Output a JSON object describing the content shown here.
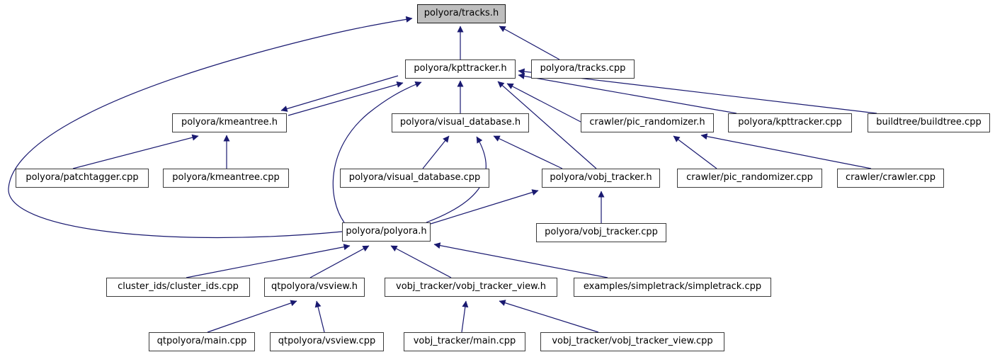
{
  "graph": {
    "kind": "include-dependency-graph",
    "root": "polyora/tracks.h",
    "colors": {
      "background": "#ffffff",
      "edge": "#191970",
      "node_border": "#3c3c3c",
      "node_fill": "#ffffff",
      "highlight_fill": "#bebebe",
      "text": "#000000"
    },
    "nodes": [
      {
        "id": "tracks_h",
        "label": "polyora/tracks.h",
        "highlighted": true
      },
      {
        "id": "kpttracker_h",
        "label": "polyora/kpttracker.h",
        "highlighted": false
      },
      {
        "id": "tracks_cpp",
        "label": "polyora/tracks.cpp",
        "highlighted": false
      },
      {
        "id": "kmeantree_h",
        "label": "polyora/kmeantree.h",
        "highlighted": false
      },
      {
        "id": "visual_database_h",
        "label": "polyora/visual_database.h",
        "highlighted": false
      },
      {
        "id": "pic_randomizer_h",
        "label": "crawler/pic_randomizer.h",
        "highlighted": false
      },
      {
        "id": "kpttracker_cpp",
        "label": "polyora/kpttracker.cpp",
        "highlighted": false
      },
      {
        "id": "buildtree_cpp",
        "label": "buildtree/buildtree.cpp",
        "highlighted": false
      },
      {
        "id": "patchtagger_cpp",
        "label": "polyora/patchtagger.cpp",
        "highlighted": false
      },
      {
        "id": "kmeantree_cpp",
        "label": "polyora/kmeantree.cpp",
        "highlighted": false
      },
      {
        "id": "visual_database_cpp",
        "label": "polyora/visual_database.cpp",
        "highlighted": false
      },
      {
        "id": "vobj_tracker_h",
        "label": "polyora/vobj_tracker.h",
        "highlighted": false
      },
      {
        "id": "pic_randomizer_cpp",
        "label": "crawler/pic_randomizer.cpp",
        "highlighted": false
      },
      {
        "id": "crawler_cpp",
        "label": "crawler/crawler.cpp",
        "highlighted": false
      },
      {
        "id": "polyora_h",
        "label": "polyora/polyora.h",
        "highlighted": false
      },
      {
        "id": "vobj_tracker_cpp",
        "label": "polyora/vobj_tracker.cpp",
        "highlighted": false
      },
      {
        "id": "cluster_ids_cpp",
        "label": "cluster_ids/cluster_ids.cpp",
        "highlighted": false
      },
      {
        "id": "vsview_h",
        "label": "qtpolyora/vsview.h",
        "highlighted": false
      },
      {
        "id": "vobj_tracker_view_h",
        "label": "vobj_tracker/vobj_tracker_view.h",
        "highlighted": false
      },
      {
        "id": "simpletrack_cpp",
        "label": "examples/simpletrack/simpletrack.cpp",
        "highlighted": false
      },
      {
        "id": "qtpolyora_main_cpp",
        "label": "qtpolyora/main.cpp",
        "highlighted": false
      },
      {
        "id": "qtpolyora_vsview_cpp",
        "label": "qtpolyora/vsview.cpp",
        "highlighted": false
      },
      {
        "id": "vobj_tracker_main_cpp",
        "label": "vobj_tracker/main.cpp",
        "highlighted": false
      },
      {
        "id": "vobj_tracker_view_cpp",
        "label": "vobj_tracker/vobj_tracker_view.cpp",
        "highlighted": false
      }
    ],
    "edges": [
      {
        "from": "polyora/kpttracker.h",
        "to": "polyora/tracks.h"
      },
      {
        "from": "polyora/tracks.cpp",
        "to": "polyora/tracks.h"
      },
      {
        "from": "polyora/polyora.h",
        "to": "polyora/tracks.h"
      },
      {
        "from": "polyora/kmeantree.h",
        "to": "polyora/kpttracker.h"
      },
      {
        "from": "polyora/kpttracker.h",
        "to": "polyora/kmeantree.h"
      },
      {
        "from": "polyora/patchtagger.cpp",
        "to": "polyora/kmeantree.h"
      },
      {
        "from": "polyora/kmeantree.cpp",
        "to": "polyora/kmeantree.h"
      },
      {
        "from": "polyora/visual_database.h",
        "to": "polyora/kpttracker.h"
      },
      {
        "from": "polyora/polyora.h",
        "to": "polyora/kpttracker.h"
      },
      {
        "from": "polyora/visual_database.cpp",
        "to": "polyora/visual_database.h"
      },
      {
        "from": "polyora/polyora.h",
        "to": "polyora/visual_database.h"
      },
      {
        "from": "polyora/vobj_tracker.h",
        "to": "polyora/visual_database.h"
      },
      {
        "from": "polyora/vobj_tracker.h",
        "to": "polyora/kpttracker.h"
      },
      {
        "from": "crawler/pic_randomizer.h",
        "to": "polyora/kpttracker.h"
      },
      {
        "from": "polyora/kpttracker.cpp",
        "to": "polyora/kpttracker.h"
      },
      {
        "from": "buildtree/buildtree.cpp",
        "to": "polyora/kpttracker.h"
      },
      {
        "from": "crawler/pic_randomizer.cpp",
        "to": "crawler/pic_randomizer.h"
      },
      {
        "from": "crawler/crawler.cpp",
        "to": "crawler/pic_randomizer.h"
      },
      {
        "from": "polyora/polyora.h",
        "to": "polyora/vobj_tracker.h"
      },
      {
        "from": "polyora/vobj_tracker.cpp",
        "to": "polyora/vobj_tracker.h"
      },
      {
        "from": "cluster_ids/cluster_ids.cpp",
        "to": "polyora/polyora.h"
      },
      {
        "from": "qtpolyora/vsview.h",
        "to": "polyora/polyora.h"
      },
      {
        "from": "vobj_tracker/vobj_tracker_view.h",
        "to": "polyora/polyora.h"
      },
      {
        "from": "examples/simpletrack/simpletrack.cpp",
        "to": "polyora/polyora.h"
      },
      {
        "from": "qtpolyora/main.cpp",
        "to": "qtpolyora/vsview.h"
      },
      {
        "from": "qtpolyora/vsview.cpp",
        "to": "qtpolyora/vsview.h"
      },
      {
        "from": "vobj_tracker/main.cpp",
        "to": "vobj_tracker/vobj_tracker_view.h"
      },
      {
        "from": "vobj_tracker/vobj_tracker_view.cpp",
        "to": "vobj_tracker/vobj_tracker_view.h"
      }
    ]
  }
}
